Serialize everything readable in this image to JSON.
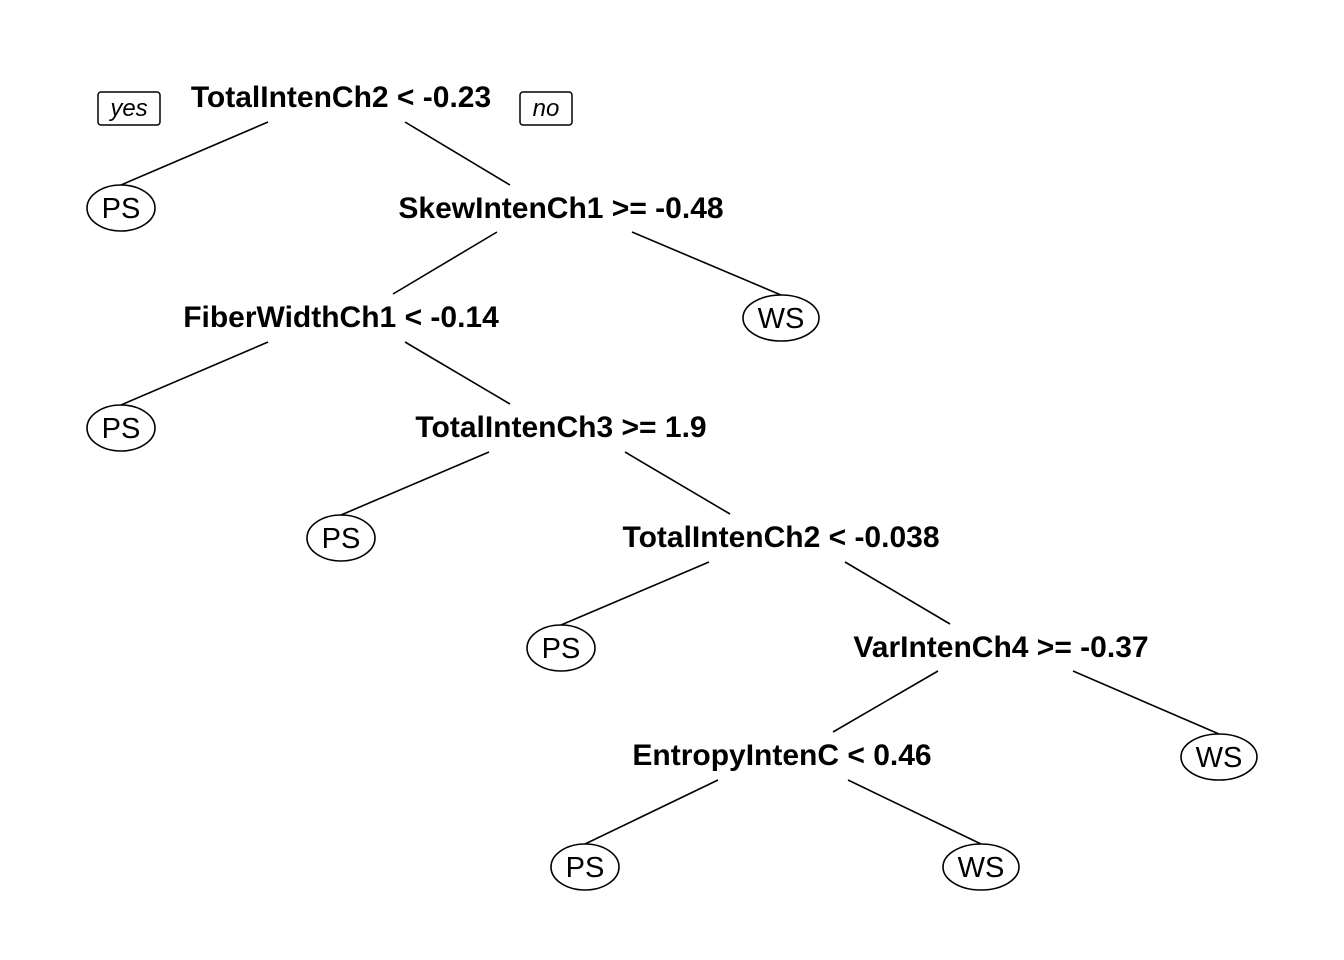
{
  "tree": {
    "yes_label": "yes",
    "no_label": "no",
    "splits": [
      {
        "id": "n1",
        "label": "TotalIntenCh2 < -0.23"
      },
      {
        "id": "n2",
        "label": "SkewIntenCh1 >= -0.48"
      },
      {
        "id": "n3",
        "label": "FiberWidthCh1 < -0.14"
      },
      {
        "id": "n4",
        "label": "TotalIntenCh3 >= 1.9"
      },
      {
        "id": "n5",
        "label": "TotalIntenCh2 < -0.038"
      },
      {
        "id": "n6",
        "label": "VarIntenCh4 >= -0.37"
      },
      {
        "id": "n7",
        "label": "EntropyIntenC < 0.46"
      }
    ],
    "leaves": [
      {
        "id": "l1",
        "label": "PS"
      },
      {
        "id": "l2",
        "label": "WS"
      },
      {
        "id": "l3",
        "label": "PS"
      },
      {
        "id": "l4",
        "label": "PS"
      },
      {
        "id": "l5",
        "label": "PS"
      },
      {
        "id": "l6",
        "label": "WS"
      },
      {
        "id": "l7",
        "label": "PS"
      },
      {
        "id": "l8",
        "label": "WS"
      }
    ],
    "edges": [
      {
        "from": "n1",
        "to": "l1"
      },
      {
        "from": "n1",
        "to": "n2"
      },
      {
        "from": "n2",
        "to": "n3"
      },
      {
        "from": "n2",
        "to": "l2"
      },
      {
        "from": "n3",
        "to": "l3"
      },
      {
        "from": "n3",
        "to": "n4"
      },
      {
        "from": "n4",
        "to": "l4"
      },
      {
        "from": "n4",
        "to": "n5"
      },
      {
        "from": "n5",
        "to": "l5"
      },
      {
        "from": "n5",
        "to": "n6"
      },
      {
        "from": "n6",
        "to": "n7"
      },
      {
        "from": "n6",
        "to": "l6"
      },
      {
        "from": "n7",
        "to": "l7"
      },
      {
        "from": "n7",
        "to": "l8"
      }
    ]
  }
}
